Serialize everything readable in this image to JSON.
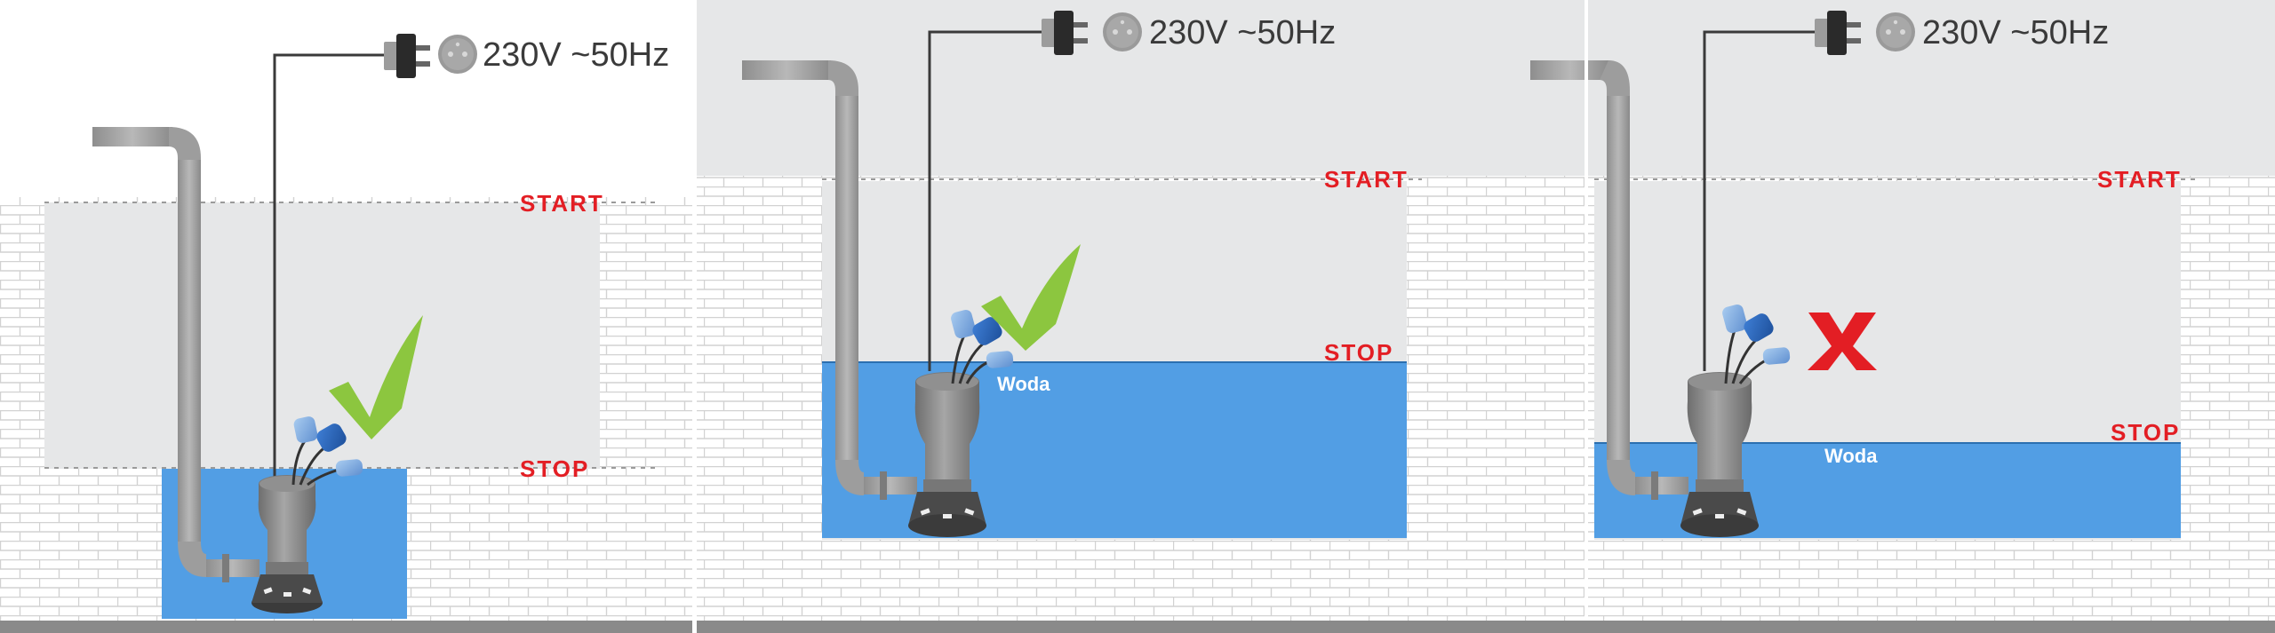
{
  "panels": [
    {
      "voltage": "230V ~50Hz",
      "start_label": "START",
      "stop_label": "STOP",
      "water_label": "",
      "status": "ok"
    },
    {
      "voltage": "230V ~50Hz",
      "start_label": "START",
      "stop_label": "STOP",
      "water_label": "Woda",
      "status": "ok"
    },
    {
      "voltage": "230V ~50Hz",
      "start_label": "START",
      "stop_label": "STOP",
      "water_label": "Woda",
      "status": "error"
    }
  ],
  "icons": {
    "ok": "check-mark-icon",
    "error": "x-mark-icon",
    "plug": "plug-icon",
    "socket": "socket-icon"
  },
  "colors": {
    "water": "#529ee4",
    "water_line": "#2b6fb0",
    "label_red": "#e31e24",
    "check_green": "#8cc63f",
    "brick_line": "#d2d2d2",
    "tank_fill": "#e6e7e8",
    "pump_gray": "#8c8c8c",
    "floor": "#8a8a8a"
  }
}
